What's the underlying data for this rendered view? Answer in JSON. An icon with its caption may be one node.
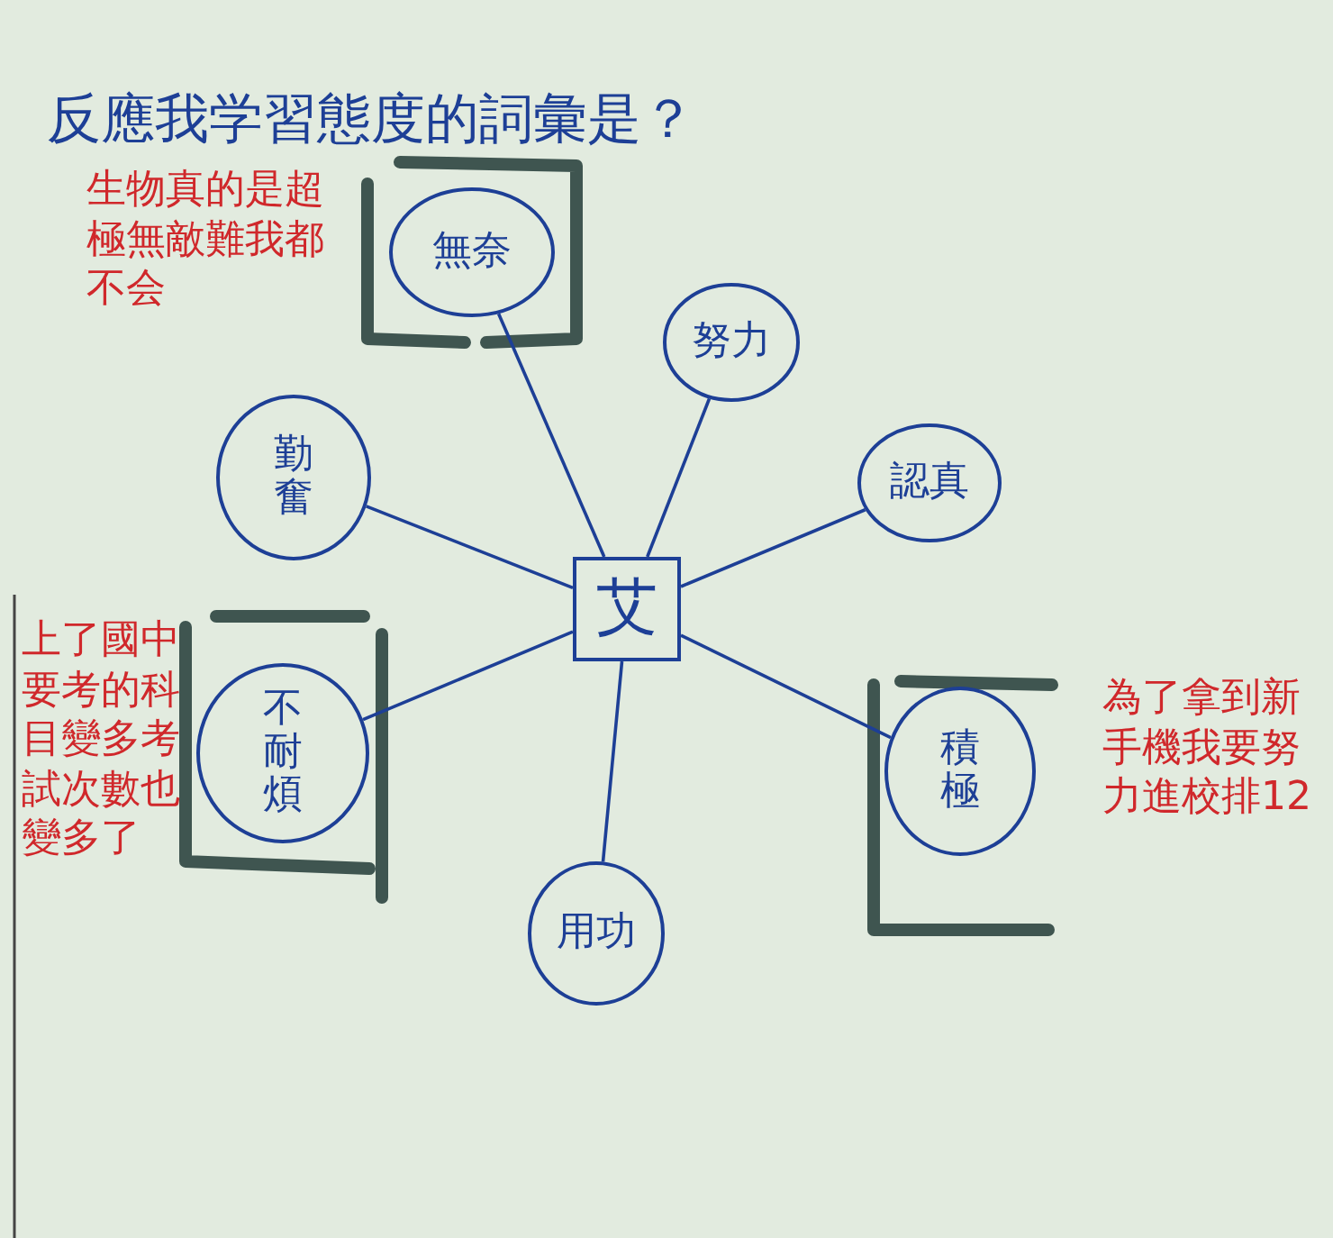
{
  "diagram": {
    "title": "反應我学習態度的詞彙是？",
    "nodes": [
      {
        "text": [
          "無奈"
        ],
        "beside": [
          "生物真的是超極無敵難我都不会"
        ]
      },
      {
        "text": [
          "努力"
        ]
      },
      {
        "text": [
          "勤奮"
        ]
      },
      {
        "text": [
          "認真"
        ]
      },
      {
        "text": [
          "艾"
        ]
      },
      {
        "text": [
          "不耐煩"
        ],
        "beside": [
          "上了國中要考的科目變多考試次數也變多了"
        ]
      },
      {
        "text": [
          "積極"
        ],
        "beside": [
          "為了拿到新手機我要努力進校排12"
        ]
      },
      {
        "text": [
          "用功"
        ]
      }
    ],
    "edges": [
      {
        "from": 4,
        "to": 0,
        "arrow": "none"
      },
      {
        "from": 4,
        "to": 1,
        "arrow": "none"
      },
      {
        "from": 4,
        "to": 2,
        "arrow": "none"
      },
      {
        "from": 4,
        "to": 3,
        "arrow": "none"
      },
      {
        "from": 4,
        "to": 5,
        "arrow": "none"
      },
      {
        "from": 4,
        "to": 6,
        "arrow": "none"
      },
      {
        "from": 4,
        "to": 7,
        "arrow": "none"
      }
    ]
  }
}
